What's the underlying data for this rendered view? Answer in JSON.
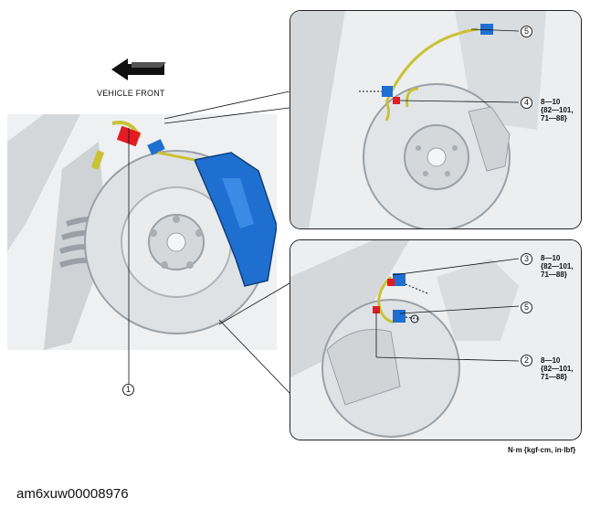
{
  "direction_label": "VEHICLE FRONT",
  "callouts": {
    "c1": "1",
    "c2": "2",
    "c3": "3",
    "c4": "4",
    "c5_top": "5",
    "c5_bottom": "5"
  },
  "torque": {
    "t4": "8—10\n{82—101,\n71—88}",
    "t3": "8—10\n{82—101,\n71—88}",
    "t2": "8—10\n{82—101,\n71—88}"
  },
  "units_note": "N·m {kgf·cm, in·lbf}",
  "image_code": "am6xuw00008976",
  "colors": {
    "panel_bg": "#eceef0",
    "part_gray": "#d7dadd",
    "caliper_blue": "#1f6fd1",
    "highlight_red": "#e31b23",
    "brake_line_yellow": "#c9c234"
  }
}
